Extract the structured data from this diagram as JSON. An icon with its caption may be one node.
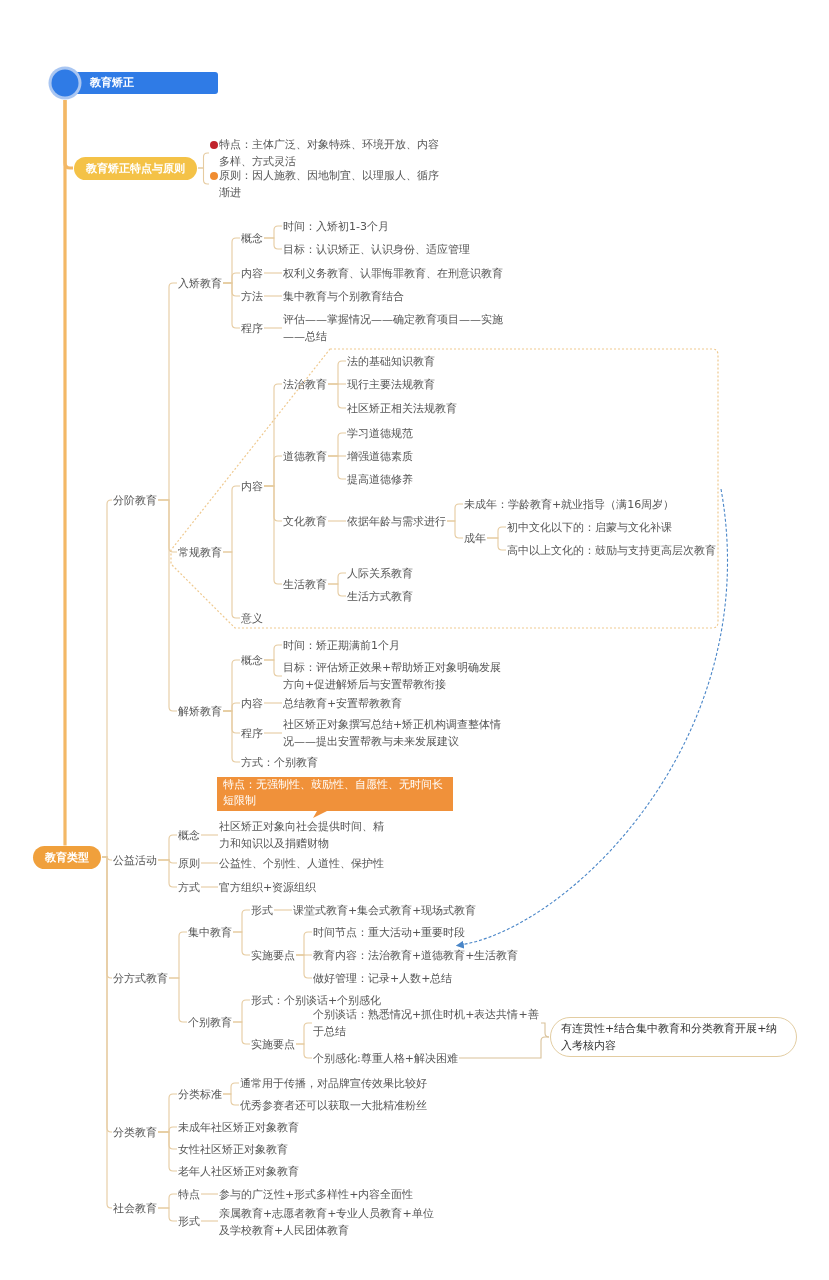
{
  "diagram": {
    "nodes": [
      {
        "text": [
          "教育矫正"
        ]
      },
      {
        "text": [
          "教育矫正特点与原则"
        ]
      },
      {
        "text": [
          "特点：主体广泛、对象特殊、环境开放、内容多样、方式灵活"
        ]
      },
      {
        "text": [
          "原则：因人施教、因地制宜、以理服人、循序渐进"
        ]
      },
      {
        "text": [
          "教育类型"
        ]
      },
      {
        "text": [
          "分阶教育"
        ]
      },
      {
        "text": [
          "入矫教育"
        ]
      },
      {
        "text": [
          "概念"
        ]
      },
      {
        "text": [
          "时间：入矫初1-3个月"
        ]
      },
      {
        "text": [
          "目标：认识矫正、认识身份、适应管理"
        ]
      },
      {
        "text": [
          "内容"
        ]
      },
      {
        "text": [
          "权利义务教育、认罪悔罪教育、在刑意识教育"
        ]
      },
      {
        "text": [
          "方法"
        ]
      },
      {
        "text": [
          "集中教育与个别教育结合"
        ]
      },
      {
        "text": [
          "程序"
        ]
      },
      {
        "text": [
          "评估——掌握情况——确定教育项目——实施——总结"
        ]
      },
      {
        "text": [],
        "shape": "box"
      },
      {
        "text": [
          "常规教育"
        ],
        "in": 16
      },
      {
        "text": [
          "内容"
        ],
        "in": 16
      },
      {
        "text": [
          "法治教育"
        ],
        "in": 16
      },
      {
        "text": [
          "法的基础知识教育"
        ],
        "in": 16
      },
      {
        "text": [
          "现行主要法规教育"
        ],
        "in": 16
      },
      {
        "text": [
          "社区矫正相关法规教育"
        ],
        "in": 16
      },
      {
        "text": [
          "道德教育"
        ],
        "in": 16
      },
      {
        "text": [
          "学习道德规范"
        ],
        "in": 16
      },
      {
        "text": [
          "增强道德素质"
        ],
        "in": 16
      },
      {
        "text": [
          "提高道德修养"
        ],
        "in": 16
      },
      {
        "text": [
          "文化教育"
        ],
        "in": 16
      },
      {
        "text": [
          "依据年龄与需求进行"
        ],
        "in": 16
      },
      {
        "text": [
          "未成年：学龄教育+就业指导（满16周岁）"
        ],
        "in": 16
      },
      {
        "text": [
          "成年"
        ],
        "in": 16
      },
      {
        "text": [
          "初中文化以下的：启蒙与文化补课"
        ],
        "in": 16
      },
      {
        "text": [
          "高中以上文化的：鼓励与支持更高层次教育"
        ],
        "in": 16
      },
      {
        "text": [
          "生活教育"
        ],
        "in": 16
      },
      {
        "text": [
          "人际关系教育"
        ],
        "in": 16
      },
      {
        "text": [
          "生活方式教育"
        ],
        "in": 16
      },
      {
        "text": [
          "意义"
        ],
        "in": 16
      },
      {
        "text": [
          "解矫教育"
        ]
      },
      {
        "text": [
          "概念"
        ]
      },
      {
        "text": [
          "时间：矫正期满前1个月"
        ]
      },
      {
        "text": [
          "目标：评估矫正效果+帮助矫正对象明确发展方向+促进解矫后与安置帮教衔接"
        ]
      },
      {
        "text": [
          "内容"
        ]
      },
      {
        "text": [
          "总结教育+安置帮教教育"
        ]
      },
      {
        "text": [
          "程序"
        ]
      },
      {
        "text": [
          "社区矫正对象撰写总结+矫正机构调查整体情况——提出安置帮教与未来发展建议"
        ]
      },
      {
        "text": [
          "方式：个别教育"
        ]
      },
      {
        "text": [
          "公益活动"
        ]
      },
      {
        "text": [
          "特点：无强制性、鼓励性、自愿性、无时间长短限制"
        ]
      },
      {
        "text": [
          "概念"
        ]
      },
      {
        "text": [
          "社区矫正对象向社会提供时间、精力和知识以及捐赠财物"
        ]
      },
      {
        "text": [
          "原则"
        ]
      },
      {
        "text": [
          "公益性、个别性、人道性、保护性"
        ]
      },
      {
        "text": [
          "方式"
        ]
      },
      {
        "text": [
          "官方组织+资源组织"
        ]
      },
      {
        "text": [
          "分方式教育"
        ]
      },
      {
        "text": [
          "集中教育"
        ]
      },
      {
        "text": [
          "形式"
        ]
      },
      {
        "text": [
          "课堂式教育+集会式教育+现场式教育"
        ]
      },
      {
        "text": [
          "实施要点"
        ]
      },
      {
        "text": [
          "时间节点：重大活动+重要时段"
        ]
      },
      {
        "text": [
          "教育内容：法治教育+道德教育+生活教育"
        ]
      },
      {
        "text": [
          "做好管理：记录+人数+总结"
        ]
      },
      {
        "text": [
          "个别教育"
        ]
      },
      {
        "text": [
          "形式：个别谈话+个别感化"
        ]
      },
      {
        "text": [
          "实施要点"
        ]
      },
      {
        "text": [
          "个别谈话：熟悉情况+抓住时机+表达共情+善于总结"
        ]
      },
      {
        "text": [
          "个别感化:尊重人格+解决困难"
        ]
      },
      {
        "text": [
          "有连贯性+结合集中教育和分类教育开展+纳入考核内容"
        ]
      },
      {
        "text": [
          "分类教育"
        ]
      },
      {
        "text": [
          "分类标准"
        ]
      },
      {
        "text": [
          "通常用于传播，对品牌宣传效果比较好"
        ]
      },
      {
        "text": [
          "优秀参赛者还可以获取一大批精准粉丝"
        ]
      },
      {
        "text": [
          "未成年社区矫正对象教育"
        ]
      },
      {
        "text": [
          "女性社区矫正对象教育"
        ]
      },
      {
        "text": [
          "老年人社区矫正对象教育"
        ]
      },
      {
        "text": [
          "社会教育"
        ]
      },
      {
        "text": [
          "特点"
        ]
      },
      {
        "text": [
          "参与的广泛性+形式多样性+内容全面性"
        ]
      },
      {
        "text": [
          "形式"
        ]
      },
      {
        "text": [
          "亲属教育+志愿者教育+专业人员教育+单位及学校教育+人民团体教育"
        ]
      }
    ],
    "edges": [
      {
        "from": 0,
        "to": 1,
        "arrow": "none",
        "style": "thick",
        "color": "#f3b866"
      },
      {
        "from": 0,
        "to": 4,
        "arrow": "none",
        "style": "thick",
        "color": "#f3b866"
      },
      {
        "from": 1,
        "to": 2,
        "arrow": "none"
      },
      {
        "from": 1,
        "to": 3,
        "arrow": "none"
      },
      {
        "from": 4,
        "to": 5,
        "arrow": "none"
      },
      {
        "from": 5,
        "to": 6,
        "arrow": "none"
      },
      {
        "from": 6,
        "to": 7,
        "arrow": "none"
      },
      {
        "from": 7,
        "to": 8,
        "arrow": "none"
      },
      {
        "from": 7,
        "to": 9,
        "arrow": "none"
      },
      {
        "from": 6,
        "to": 10,
        "arrow": "none"
      },
      {
        "from": 10,
        "to": 11,
        "arrow": "none"
      },
      {
        "from": 6,
        "to": 12,
        "arrow": "none"
      },
      {
        "from": 12,
        "to": 13,
        "arrow": "none"
      },
      {
        "from": 6,
        "to": 14,
        "arrow": "none"
      },
      {
        "from": 14,
        "to": 15,
        "arrow": "none"
      },
      {
        "from": 5,
        "to": 17,
        "arrow": "none"
      },
      {
        "from": 17,
        "to": 18,
        "arrow": "none"
      },
      {
        "from": 18,
        "to": 19,
        "arrow": "none"
      },
      {
        "from": 19,
        "to": 20,
        "arrow": "none"
      },
      {
        "from": 19,
        "to": 21,
        "arrow": "none"
      },
      {
        "from": 19,
        "to": 22,
        "arrow": "none"
      },
      {
        "from": 18,
        "to": 23,
        "arrow": "none"
      },
      {
        "from": 23,
        "to": 24,
        "arrow": "none"
      },
      {
        "from": 23,
        "to": 25,
        "arrow": "none"
      },
      {
        "from": 23,
        "to": 26,
        "arrow": "none"
      },
      {
        "from": 18,
        "to": 27,
        "arrow": "none"
      },
      {
        "from": 27,
        "to": 28,
        "arrow": "none"
      },
      {
        "from": 28,
        "to": 29,
        "arrow": "none"
      },
      {
        "from": 28,
        "to": 30,
        "arrow": "none"
      },
      {
        "from": 30,
        "to": 31,
        "arrow": "none"
      },
      {
        "from": 30,
        "to": 32,
        "arrow": "none"
      },
      {
        "from": 18,
        "to": 33,
        "arrow": "none"
      },
      {
        "from": 33,
        "to": 34,
        "arrow": "none"
      },
      {
        "from": 33,
        "to": 35,
        "arrow": "none"
      },
      {
        "from": 17,
        "to": 36,
        "arrow": "none"
      },
      {
        "from": 5,
        "to": 37,
        "arrow": "none"
      },
      {
        "from": 37,
        "to": 38,
        "arrow": "none"
      },
      {
        "from": 38,
        "to": 39,
        "arrow": "none"
      },
      {
        "from": 38,
        "to": 40,
        "arrow": "none"
      },
      {
        "from": 37,
        "to": 41,
        "arrow": "none"
      },
      {
        "from": 41,
        "to": 42,
        "arrow": "none"
      },
      {
        "from": 37,
        "to": 43,
        "arrow": "none"
      },
      {
        "from": 43,
        "to": 44,
        "arrow": "none"
      },
      {
        "from": 37,
        "to": 45,
        "arrow": "none"
      },
      {
        "from": 4,
        "to": 46,
        "arrow": "none"
      },
      {
        "from": 46,
        "to": 48,
        "arrow": "none"
      },
      {
        "from": 48,
        "to": 49,
        "arrow": "none"
      },
      {
        "from": 46,
        "to": 50,
        "arrow": "none"
      },
      {
        "from": 50,
        "to": 51,
        "arrow": "none"
      },
      {
        "from": 46,
        "to": 52,
        "arrow": "none"
      },
      {
        "from": 52,
        "to": 53,
        "arrow": "none"
      },
      {
        "from": 4,
        "to": 54,
        "arrow": "none"
      },
      {
        "from": 54,
        "to": 55,
        "arrow": "none"
      },
      {
        "from": 55,
        "to": 56,
        "arrow": "none"
      },
      {
        "from": 56,
        "to": 57,
        "arrow": "none"
      },
      {
        "from": 55,
        "to": 58,
        "arrow": "none"
      },
      {
        "from": 58,
        "to": 59,
        "arrow": "none"
      },
      {
        "from": 58,
        "to": 60,
        "arrow": "none"
      },
      {
        "from": 58,
        "to": 61,
        "arrow": "none"
      },
      {
        "from": 54,
        "to": 62,
        "arrow": "none"
      },
      {
        "from": 62,
        "to": 63,
        "arrow": "none"
      },
      {
        "from": 62,
        "to": 64,
        "arrow": "none"
      },
      {
        "from": 64,
        "to": 65,
        "arrow": "none"
      },
      {
        "from": 64,
        "to": 66,
        "arrow": "none"
      },
      {
        "from": 65,
        "to": 67,
        "arrow": "none"
      },
      {
        "from": 66,
        "to": 67,
        "arrow": "none"
      },
      {
        "from": 4,
        "to": 68,
        "arrow": "none"
      },
      {
        "from": 68,
        "to": 69,
        "arrow": "none"
      },
      {
        "from": 69,
        "to": 70,
        "arrow": "none"
      },
      {
        "from": 69,
        "to": 71,
        "arrow": "none"
      },
      {
        "from": 68,
        "to": 72,
        "arrow": "none"
      },
      {
        "from": 68,
        "to": 73,
        "arrow": "none"
      },
      {
        "from": 68,
        "to": 74,
        "arrow": "none"
      },
      {
        "from": 4,
        "to": 75,
        "arrow": "none"
      },
      {
        "from": 75,
        "to": 76,
        "arrow": "none"
      },
      {
        "from": 76,
        "to": 77,
        "arrow": "none"
      },
      {
        "from": 75,
        "to": 78,
        "arrow": "none"
      },
      {
        "from": 78,
        "to": 79,
        "arrow": "none"
      },
      {
        "from": 16,
        "to": 60,
        "arrow": "to",
        "style": "dashed",
        "color": "#4a86c8"
      }
    ]
  }
}
